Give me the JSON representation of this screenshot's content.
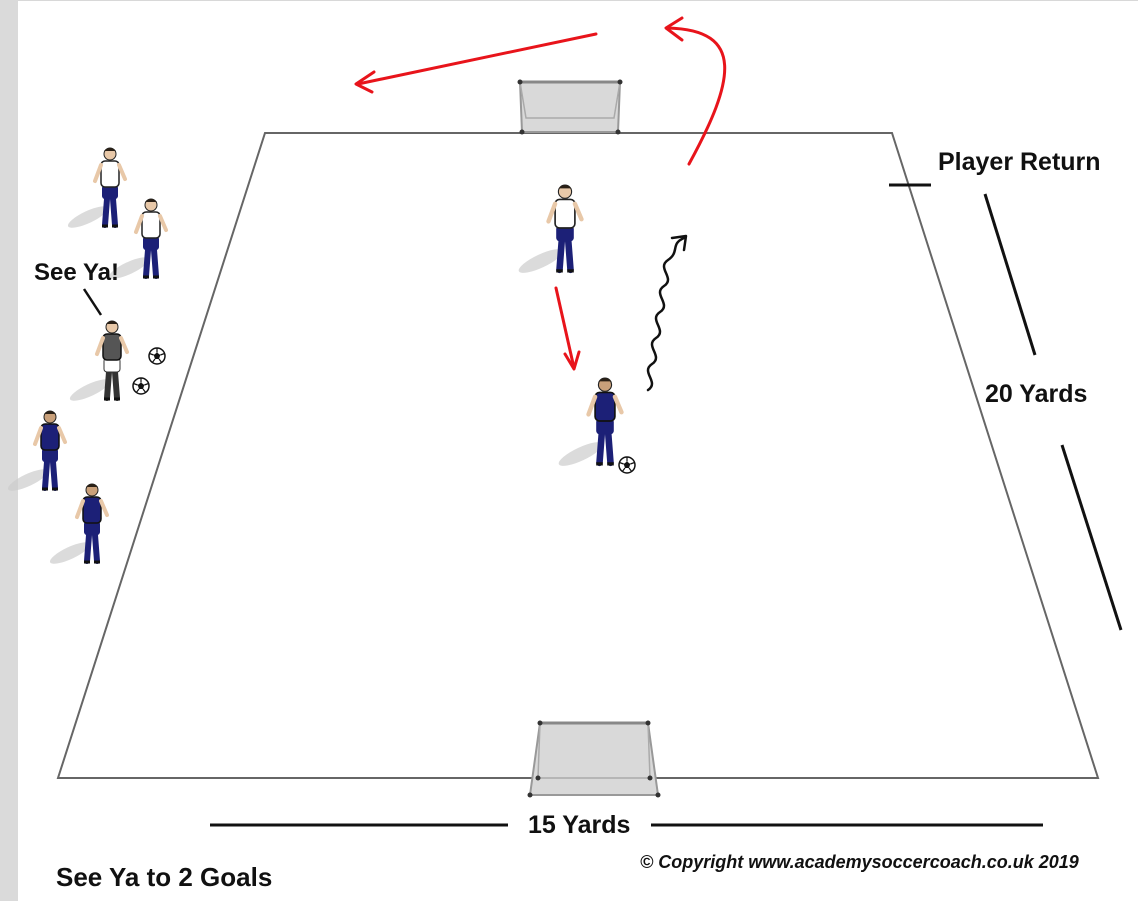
{
  "diagram": {
    "title": "See Ya to 2 Goals",
    "labels": {
      "player_return": "Player Return",
      "length": "20 Yards",
      "width": "15 Yards",
      "see_ya": "See Ya!"
    },
    "copyright": "© Copyright www.academysoccercoach.co.uk 2019"
  },
  "colors": {
    "pitch_line": "#666666",
    "arrow": "#e8141b",
    "dribble": "#111111",
    "team_white": "#ffffff",
    "team_navy": "#1c2077",
    "goal_fill": "#d9d9d9"
  },
  "icons": [
    "player-white-icon",
    "player-navy-icon",
    "player-grey-icon",
    "ball-icon",
    "goal-icon"
  ]
}
